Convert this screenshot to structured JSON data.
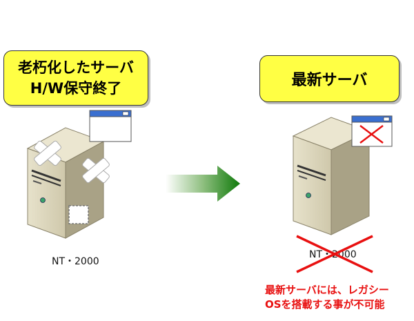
{
  "left": {
    "label_line1": "老朽化したサーバ",
    "label_line2": "H/W保守終了",
    "caption": "NT・2000"
  },
  "right": {
    "label": "最新サーバ",
    "caption": "NT・2000",
    "note_line1": "最新サーバには、レガシー",
    "note_line2": "OSを搭載する事が不可能"
  },
  "colors": {
    "label_fill": "#ffff44",
    "server_front": "#d8d2b8",
    "server_side": "#a69f84",
    "window_titlebar": "#3a6fd0",
    "arrow": "#1a7a10",
    "cross": "#e81010"
  }
}
